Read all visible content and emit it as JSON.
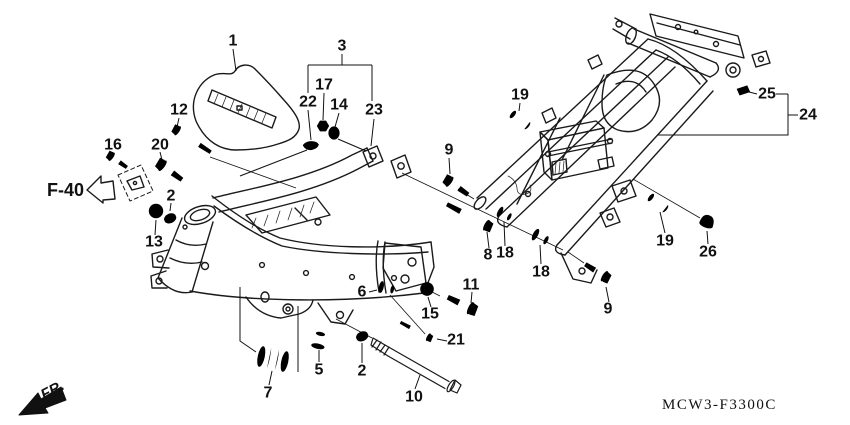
{
  "figure": {
    "reference_label": "F-40",
    "direction_label": "FR.",
    "part_code": "MCW3-F3300C"
  },
  "callouts": [
    {
      "id": "1",
      "label": "1"
    },
    {
      "id": "3",
      "label": "3"
    },
    {
      "id": "17",
      "label": "17"
    },
    {
      "id": "22",
      "label": "22"
    },
    {
      "id": "14",
      "label": "14"
    },
    {
      "id": "23",
      "label": "23"
    },
    {
      "id": "12",
      "label": "12"
    },
    {
      "id": "16",
      "label": "16"
    },
    {
      "id": "20",
      "label": "20"
    },
    {
      "id": "19-top",
      "label": "19"
    },
    {
      "id": "9-upper",
      "label": "9"
    },
    {
      "id": "25",
      "label": "25"
    },
    {
      "id": "24",
      "label": "24"
    },
    {
      "id": "2-left",
      "label": "2"
    },
    {
      "id": "13",
      "label": "13"
    },
    {
      "id": "6",
      "label": "6"
    },
    {
      "id": "8",
      "label": "8"
    },
    {
      "id": "18-a",
      "label": "18"
    },
    {
      "id": "18-b",
      "label": "18"
    },
    {
      "id": "19-right",
      "label": "19"
    },
    {
      "id": "26",
      "label": "26"
    },
    {
      "id": "11",
      "label": "11"
    },
    {
      "id": "15",
      "label": "15"
    },
    {
      "id": "21",
      "label": "21"
    },
    {
      "id": "9-lower",
      "label": "9"
    },
    {
      "id": "5",
      "label": "5"
    },
    {
      "id": "2-bottom",
      "label": "2"
    },
    {
      "id": "7",
      "label": "7"
    },
    {
      "id": "10",
      "label": "10"
    }
  ]
}
